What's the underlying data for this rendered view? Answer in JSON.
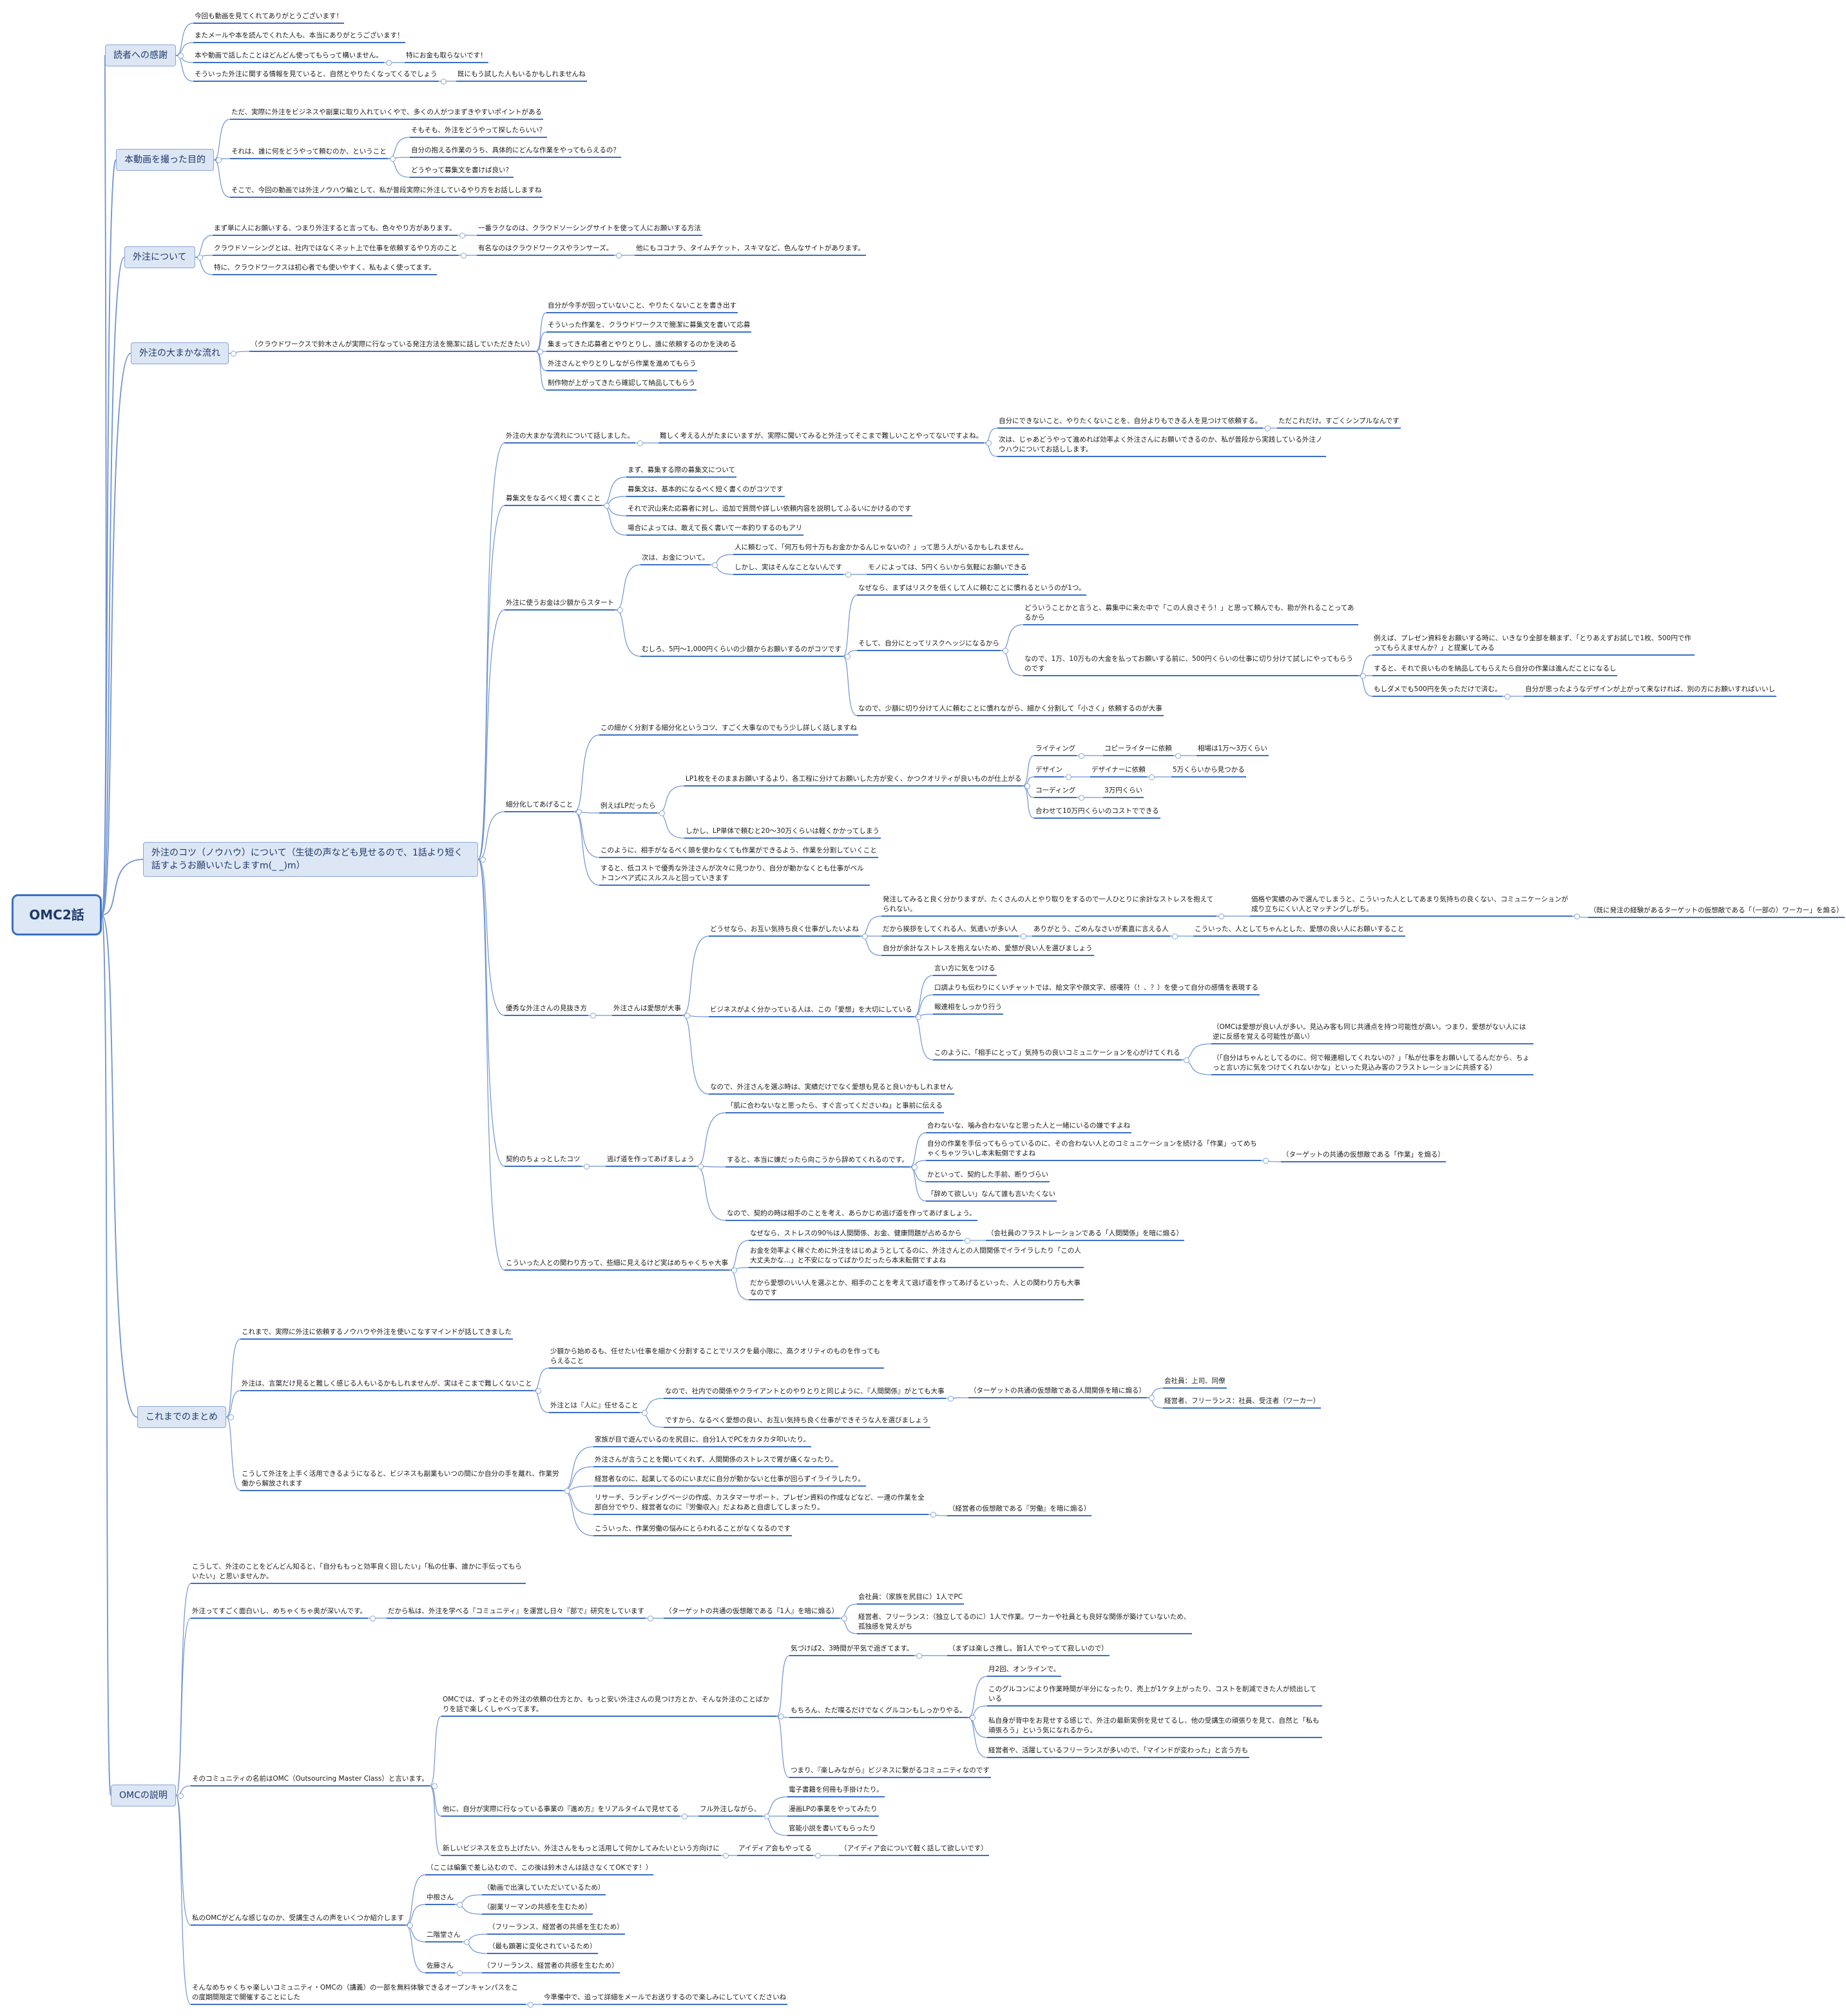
{
  "root": {
    "label": "OMC2話"
  },
  "nodes": [
    {
      "id": "c1",
      "text": "読者への感謝"
    },
    {
      "id": "c1a",
      "text": "今回も動画を見てくれてありがとうございます！"
    },
    {
      "id": "c1b",
      "text": "またメールや本を読んでくれた人も、本当にありがとうございます！"
    },
    {
      "id": "c1c",
      "text": "本や動画で話したことはどんどん使ってもらって構いません。"
    },
    {
      "id": "c1c1",
      "text": "特にお金も取らないです！"
    },
    {
      "id": "c1d",
      "text": "そういった外注に関する情報を見ていると、自然とやりたくなってくるでしょう"
    },
    {
      "id": "c1d1",
      "text": "既にもう試した人もいるかもしれませんね"
    },
    {
      "id": "c2",
      "text": "本動画を撮った目的"
    },
    {
      "id": "c2a",
      "text": "ただ、実際に外注をビジネスや副業に取り入れていくやで、多くの人がつまずきやすいポイントがある"
    },
    {
      "id": "c2b",
      "text": "それは、誰に何をどうやって頼むのか、ということ"
    },
    {
      "id": "c2b1",
      "text": "そもそも、外注をどうやって探したらいい？"
    },
    {
      "id": "c2b2",
      "text": "自分の抱える作業のうち、具体的にどんな作業をやってもらえるの？"
    },
    {
      "id": "c2b3",
      "text": "どうやって募集文を書けば良い？"
    },
    {
      "id": "c2c",
      "text": "そこで、今回の動画では外注ノウハウ編として、私が普段実際に外注しているやり方をお話ししますね"
    },
    {
      "id": "c3",
      "text": "外注について"
    },
    {
      "id": "c3a",
      "text": "まず単に人にお願いする、つまり外注すると言っても、色々やり方があります。"
    },
    {
      "id": "c3a1",
      "text": "一番ラクなのは、クラウドソーシングサイトを使って人にお願いする方法"
    },
    {
      "id": "c3b",
      "text": "クラウドソーシングとは、社内ではなくネット上で仕事を依頼するやり方のこと"
    },
    {
      "id": "c3b1",
      "text": "有名なのはクラウドワークスやランサーズ。"
    },
    {
      "id": "c3b2",
      "text": "他にもココナラ、タイムチケット、スキマなど、色んなサイトがあります。"
    },
    {
      "id": "c3c",
      "text": "特に、クラウドワークスは初心者でも使いやすく、私もよく使ってます。"
    },
    {
      "id": "c4",
      "text": "外注の大まかな流れ"
    },
    {
      "id": "c4a",
      "text": "（クラウドワークスで鈴木さんが実際に行なっている発注方法を簡潔に話していただきたい）"
    },
    {
      "id": "c4a1",
      "text": "自分が今手が回っていないこと、やりたくないことを書き出す"
    },
    {
      "id": "c4a2",
      "text": "そういった作業を、クラウドワークスで簡潔に募集文を書いて応募"
    },
    {
      "id": "c4a3",
      "text": "集まってきた応募者とやりとりし、誰に依頼するのかを決める"
    },
    {
      "id": "c4a4",
      "text": "外注さんとやりとりしながら作業を進めてもらう"
    },
    {
      "id": "c4a5",
      "text": "制作物が上がってきたら確認して納品してもらう"
    },
    {
      "id": "c5",
      "text": "外注のコツ（ノウハウ）について（生徒の声なども見せるので、1話より短く話すようお願いいたしますm(_ _)m）"
    },
    {
      "id": "c5a",
      "text": "外注の大まかな流れについて話しました。"
    },
    {
      "id": "c5a1",
      "text": "難しく考える人がたまにいますが、実際に聞いてみると外注ってそこまで難しいことやってないですよね。"
    },
    {
      "id": "c5a1a",
      "text": "自分にできないこと、やりたくないことを、自分よりもできる人を見つけて依頼する。"
    },
    {
      "id": "c5a1a1",
      "text": "ただこれだけ。すごくシンプルなんです"
    },
    {
      "id": "c5a1b",
      "text": "次は、じゃあどうやって進めれば効率よく外注さんにお願いできるのか、私が普段から実践している外注ノウハウについてお話しします。"
    },
    {
      "id": "c5b",
      "text": "募集文をなるべく短く書くこと"
    },
    {
      "id": "c5b1",
      "text": "まず、募集する際の募集文について"
    },
    {
      "id": "c5b2",
      "text": "募集文は、基本的になるべく短く書くのがコツです"
    },
    {
      "id": "c5b3",
      "text": "それで沢山来た応募者に対し、追加で質問や詳しい依頼内容を説明してふるいにかけるのです"
    },
    {
      "id": "c5b4",
      "text": "場合によっては、敢えて長く書いて一本釣りするのもアリ"
    },
    {
      "id": "c5c",
      "text": "外注に使うお金は少額からスタート"
    },
    {
      "id": "c5c1",
      "text": "次は、お金について。"
    },
    {
      "id": "c5c1a",
      "text": "人に頼むって、「何万も何十万もお金かかるんじゃないの？」って思う人がいるかもしれません。"
    },
    {
      "id": "c5c1b",
      "text": "しかし、実はそんなことないんです"
    },
    {
      "id": "c5c1b1",
      "text": "モノによっては、5円くらいから気軽にお願いできる"
    },
    {
      "id": "c5c2",
      "text": "むしろ、5円〜1,000円くらいの少額からお願いするのがコツです"
    },
    {
      "id": "c5c2a",
      "text": "なぜなら、まずはリスクを低くして人に頼むことに慣れるというのが1つ。"
    },
    {
      "id": "c5c2b",
      "text": "そして、自分にとってリスクヘッジになるから"
    },
    {
      "id": "c5c2b1",
      "text": "どういうことかと言うと、募集中に来た中で「この人良さそう！」と思って頼んでも、勘が外れることってあるから"
    },
    {
      "id": "c5c2b2",
      "text": "なので、1万、10万もの大金を払ってお願いする前に、500円くらいの仕事に切り分けて試しにやってもらうのです"
    },
    {
      "id": "c5c2b2a",
      "text": "例えば、プレゼン資料をお願いする時に、いきなり全部を頼まず、「とりあえずお試しで1枚、500円で作ってもらえませんか？」と提案してみる"
    },
    {
      "id": "c5c2b2b",
      "text": "すると、それで良いものを納品してもらえたら自分の作業は進んだことになるし"
    },
    {
      "id": "c5c2b2c",
      "text": "もしダメでも500円を失っただけで済む。"
    },
    {
      "id": "c5c2b2c1",
      "text": "自分が思ったようなデザインが上がって来なければ、別の方にお願いすればいいし"
    },
    {
      "id": "c5c2c",
      "text": "なので、少額に切り分けて人に頼むことに慣れながら、細かく分割して「小さく」依頼するのが大事"
    },
    {
      "id": "c5d",
      "text": "細分化してあげること"
    },
    {
      "id": "c5d1",
      "text": "この細かく分割する細分化というコツ、すごく大事なのでもう少し詳しく話しますね"
    },
    {
      "id": "c5d2",
      "text": "例えばLPだったら"
    },
    {
      "id": "c5d2a",
      "text": "LP1枚をそのままお願いするより、各工程に分けてお願いした方が安く、かつクオリティが良いものが仕上がる"
    },
    {
      "id": "c5d2a1",
      "text": "ライティング"
    },
    {
      "id": "c5d2a1a",
      "text": "コピーライターに依頼"
    },
    {
      "id": "c5d2a1b",
      "text": "相場は1万〜3万くらい"
    },
    {
      "id": "c5d2a2",
      "text": "デザイン"
    },
    {
      "id": "c5d2a2a",
      "text": "デザイナーに依頼"
    },
    {
      "id": "c5d2a2b",
      "text": "5万くらいから見つかる"
    },
    {
      "id": "c5d2a3",
      "text": "コーディング"
    },
    {
      "id": "c5d2a3a",
      "text": "3万円くらい"
    },
    {
      "id": "c5d2a4",
      "text": "合わせて10万円くらいのコストでできる"
    },
    {
      "id": "c5d2b",
      "text": "しかし、LP単体で頼むと20〜30万くらいは軽くかかってしまう"
    },
    {
      "id": "c5d3",
      "text": "このように、相手がなるべく頭を使わなくても作業ができるよう、作業を分割していくこと"
    },
    {
      "id": "c5d4",
      "text": "すると、低コストで優秀な外注さんが次々に見つかり、自分が動かなくとも仕事がベルトコンベア式にスルスルと回っていきます"
    },
    {
      "id": "c5e",
      "text": "優秀な外注さんの見抜き方"
    },
    {
      "id": "c5e1",
      "text": "外注さんは愛想が大事"
    },
    {
      "id": "c5e1a",
      "text": "どうせなら、お互い気持ち良く仕事がしたいよね"
    },
    {
      "id": "c5e1a1",
      "text": "発注してみると良く分かりますが、たくさんの人とやり取りをするので一人ひとりに余計なストレスを抱えてられない。"
    },
    {
      "id": "c5e1a1a",
      "text": "価格や実績のみで選んでしまうと、こういった人としてあまり気持ちの良くない、コミュニケーションが成り立ちにくい人とマッチングしがち。"
    },
    {
      "id": "c5e1a1a1",
      "text": "（既に発注の経験があるターゲットの仮想敵である「（一部の）ワーカー」を煽る）"
    },
    {
      "id": "c5e1a2",
      "text": "だから挨拶をしてくれる人、気遣いが多い人"
    },
    {
      "id": "c5e1a2a",
      "text": "ありがとう、ごめんなさいが素直に言える人"
    },
    {
      "id": "c5e1a2a1",
      "text": "こういった、人としてちゃんとした、愛想の良い人にお願いすること"
    },
    {
      "id": "c5e1a3",
      "text": "自分が余計なストレスを抱えないため、愛想が良い人を選びましょう"
    },
    {
      "id": "c5e1b",
      "text": "ビジネスがよく分かっている人は、この「愛想」を大切にしている"
    },
    {
      "id": "c5e1b1",
      "text": "言い方に気をつける"
    },
    {
      "id": "c5e1b2",
      "text": "口調よりも伝わりにくいチャットでは、絵文字や顔文字、感嘆符（！、？）を使って自分の感情を表現する"
    },
    {
      "id": "c5e1b3",
      "text": "報連相をしっかり行う"
    },
    {
      "id": "c5e1b4",
      "text": "このように、「相手にとって」気持ちの良いコミュニケーションを心がけてくれる"
    },
    {
      "id": "c5e1b4a",
      "text": "（OMCは愛想が良い人が多い。見込み客も同じ共通点を持つ可能性が高い。つまり、愛想がない人には逆に反感を覚える可能性が高い）"
    },
    {
      "id": "c5e1b4b",
      "text": "（「自分はちゃんとしてるのに、何で報連相してくれないの？」「私が仕事をお願いしてるんだから、ちょっと言い方に気をつけてくれないかな」といった見込み客のフラストレーションに共感する）"
    },
    {
      "id": "c5e1c",
      "text": "なので、外注さんを選ぶ時は、実績だけでなく愛想も見ると良いかもしれません"
    },
    {
      "id": "c5f",
      "text": "契約のちょっとしたコツ"
    },
    {
      "id": "c5f1",
      "text": "逃げ道を作ってあげましょう"
    },
    {
      "id": "c5f1a",
      "text": "「肌に合わないなと思ったら、すぐ言ってくださいね」と事前に伝える"
    },
    {
      "id": "c5f1b",
      "text": "すると、本当に嫌だったら向こうから辞めてくれるのです。"
    },
    {
      "id": "c5f1b1",
      "text": "合わないな、噛み合わないなと思った人と一緒にいるの嫌ですよね"
    },
    {
      "id": "c5f1b2",
      "text": "自分の作業を手伝ってもらっているのに、その合わない人とのコミュニケーションを続ける「作業」ってめちゃくちゃツラいし本末転倒ですよね"
    },
    {
      "id": "c5f1b2a",
      "text": "（ターゲットの共通の仮想敵である「作業」を煽る）"
    },
    {
      "id": "c5f1b3",
      "text": "かといって、契約した手前、断りづらい"
    },
    {
      "id": "c5f1b4",
      "text": "「辞めて欲しい」なんて誰も言いたくない"
    },
    {
      "id": "c5f1c",
      "text": "なので、契約の時は相手のことを考え、あらかじめ逃げ道を作ってあげましょう。"
    },
    {
      "id": "c5g",
      "text": "こういった人との関わり方って、些細に見えるけど実はめちゃくちゃ大事"
    },
    {
      "id": "c5g1",
      "text": "なぜなら、ストレスの90％は人間関係、お金、健康問題が占めるから"
    },
    {
      "id": "c5g1a",
      "text": "（会社員のフラストレーションである「人間関係」を暗に煽る）"
    },
    {
      "id": "c5g2",
      "text": "お金を効率よく稼ぐために外注をはじめようとしてるのに、外注さんとの人間関係でイライラしたり「この人大丈夫かな…」と不安になってばかりだったら本末転倒ですよね"
    },
    {
      "id": "c5g3",
      "text": "だから愛想のいい人を選ぶとか、相手のことを考えて逃げ道を作ってあげるといった、人との関わり方も大事なのです"
    },
    {
      "id": "c6",
      "text": "これまでのまとめ"
    },
    {
      "id": "c6a",
      "text": "これまで、実際に外注に依頼するノウハウや外注を使いこなすマインドが話してきました"
    },
    {
      "id": "c6b",
      "text": "外注は、言葉だけ見ると難しく感じる人もいるかもしれませんが、実はそこまで難しくないこと"
    },
    {
      "id": "c6b1",
      "text": "少額から始めるも、任せたい仕事を細かく分割することでリスクを最小限に、高クオリティのものを作ってもらえること"
    },
    {
      "id": "c6b2",
      "text": "外注とは『人に』任せること"
    },
    {
      "id": "c6b2a",
      "text": "なので、社内での関係やクライアントとのやりとりと同じように、『人間関係』がとても大事"
    },
    {
      "id": "c6b2a1",
      "text": "（ターゲットの共通の仮想敵である人間関係を暗に煽る）"
    },
    {
      "id": "c6b2a1a",
      "text": "会社員：上司、同僚"
    },
    {
      "id": "c6b2a1b",
      "text": "経営者、フリーランス：社員、受注者（ワーカー）"
    },
    {
      "id": "c6b2b",
      "text": "ですから、なるべく愛想の良い、お互い気持ち良く仕事ができそうな人を選びましょう"
    },
    {
      "id": "c6c",
      "text": "こうして外注を上手く活用できるようになると、ビジネスも副業もいつの間にか自分の手を離れ、作業労働から解放されます"
    },
    {
      "id": "c6c1",
      "text": "家族が目で遊んでいるのを尻目に、自分1人でPCをカタカタ叩いたり。"
    },
    {
      "id": "c6c2",
      "text": "外注さんが言うことを聞いてくれず、人間関係のストレスで胃が痛くなったり。"
    },
    {
      "id": "c6c3",
      "text": "経営者なのに、起業してるのにいまだに自分が動かないと仕事が回らずイライラしたり。"
    },
    {
      "id": "c6c4",
      "text": "リサーチ、ランディングページの作成、カスタマーサポート、プレゼン資料の作成などなど、一連の作業を全部自分でやり、経営者なのに『労働収入』だよねあと自虐してしまったり。"
    },
    {
      "id": "c6c4a",
      "text": "（経営者の仮想敵である『労働』を暗に煽る）"
    },
    {
      "id": "c6c5",
      "text": "こういった、作業労働の悩みにとらわれることがなくなるのです"
    },
    {
      "id": "c7",
      "text": "OMCの説明"
    },
    {
      "id": "c7a",
      "text": "こうして、外注のことをどんどん知ると、「自分ももっと効率良く回したい」「私の仕事、誰かに手伝ってもらいたい」と思いませんか。"
    },
    {
      "id": "c7b",
      "text": "外注ってすごく面白いし、めちゃくちゃ奥が深いんです。"
    },
    {
      "id": "c7b1",
      "text": "だから私は、外注を学べる『コミュニティ』を運営し日々『部で』研究をしています"
    },
    {
      "id": "c7b1a",
      "text": "（ターゲットの共通の仮想敵である『1人』を暗に煽る）"
    },
    {
      "id": "c7b1a1",
      "text": "会社員：（家族を尻目に）1人でPC"
    },
    {
      "id": "c7b1a2",
      "text": "経営者、フリーランス：（独立してるのに）1人で作業。ワーカーや社員とも良好な関係が築けていないため、孤独感を覚えがち"
    },
    {
      "id": "c7c",
      "text": "そのコミュニティの名前はOMC（Outsourcing Master Class）と言います。"
    },
    {
      "id": "c7c1",
      "text": "OMCでは、ずっとその外注の依頼の仕方とか、もっと安い外注さんの見つけ方とか、そんな外注のことばかりを話で楽しくしゃべってます。"
    },
    {
      "id": "c7c1a",
      "text": "気づけば2、3時間が平気で過ぎてます。"
    },
    {
      "id": "c7c1a1",
      "text": "（まずは楽しさ推し。皆1人でやってて寂しいので）"
    },
    {
      "id": "c7c1b",
      "text": "もちろん、ただ喋るだけでなくグルコンもしっかりやる。"
    },
    {
      "id": "c7c1b1",
      "text": "月2回、オンラインで。"
    },
    {
      "id": "c7c1b2",
      "text": "このグルコンにより作業時間が半分になったり、売上が1ケタ上がったり、コストを削減できた人が続出している"
    },
    {
      "id": "c7c1b3",
      "text": "私自身が背中をお見せする感じで、外注の最新実例を見せてるし、他の受講生の頑張りを見て、自然と「私も頑張ろう」という気になれるから。"
    },
    {
      "id": "c7c1b4",
      "text": "経営者や、活躍しているフリーランスが多いので、「マインドが変わった」と言う方も"
    },
    {
      "id": "c7c1c",
      "text": "つまり、『楽しみながら』ビジネスに繋がるコミュニティなのです"
    },
    {
      "id": "c7c2",
      "text": "他に、自分が実際に行なっている事業の『進め方』をリアルタイムで見せてる"
    },
    {
      "id": "c7c2a",
      "text": "フル外注しながら、"
    },
    {
      "id": "c7c2a1",
      "text": "電子書籍を何冊も手掛けたり。"
    },
    {
      "id": "c7c2a2",
      "text": "漫画LPの事業をやってみたり"
    },
    {
      "id": "c7c2a3",
      "text": "官能小説を書いてもらったり"
    },
    {
      "id": "c7c3",
      "text": "新しいビジネスを立ち上げたい、外注さんをもっと活用して何かしてみたいという方向けに"
    },
    {
      "id": "c7c3a",
      "text": "アイディア会もやってる"
    },
    {
      "id": "c7c3a1",
      "text": "（アイディア会について軽く話して欲しいです）"
    },
    {
      "id": "c7d",
      "text": "私のOMCがどんな感じなのか、受講生さんの声をいくつか紹介します"
    },
    {
      "id": "c7d0",
      "text": "（ここは編集で差し込むので、この後は鈴木さんは話さなくてOKです！）"
    },
    {
      "id": "c7d1",
      "text": "中根さん"
    },
    {
      "id": "c7d1a",
      "text": "（動画で出演していただいているため）"
    },
    {
      "id": "c7d1b",
      "text": "（副業リーマンの共感を生むため）"
    },
    {
      "id": "c7d2",
      "text": "二階堂さん"
    },
    {
      "id": "c7d2a",
      "text": "（フリーランス、経営者の共感を生むため）"
    },
    {
      "id": "c7d2b",
      "text": "（最も顕著に変化されているため）"
    },
    {
      "id": "c7d3",
      "text": "佐藤さん"
    },
    {
      "id": "c7d3a",
      "text": "（フリーランス、経営者の共感を生むため）"
    },
    {
      "id": "c7e",
      "text": "そんなめちゃくちゃ楽しいコミュニティ・OMCの（講義）の一部を無料体験できるオープンキャンパスをこの度期間限定で開催することにした"
    },
    {
      "id": "c7e1",
      "text": "今準備中で、追って詳細をメールでお送りするので楽しみにしていてくださいね"
    }
  ]
}
